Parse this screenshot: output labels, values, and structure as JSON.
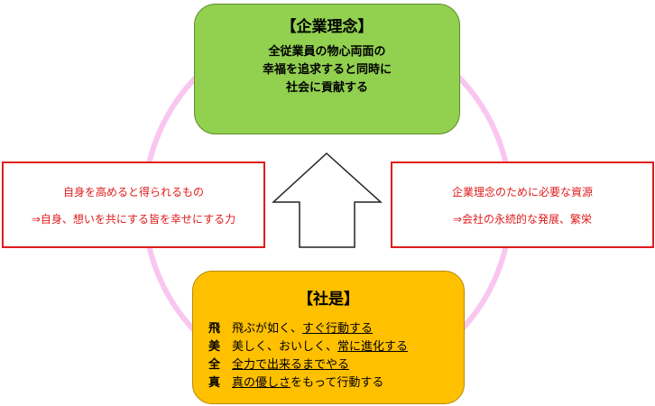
{
  "top_box": {
    "title": "【企業理念】",
    "lines": [
      "全従業員の物心両面の",
      "幸福を追求すると同時に",
      "社会に貢献する"
    ]
  },
  "left_box": {
    "line1": "自身を高めると得られるもの",
    "line2": "⇒自身、想いを共にする皆を幸せにする力"
  },
  "right_box": {
    "line1": "企業理念のために必要な資源",
    "line2": "⇒会社の永続的な発展、繁栄"
  },
  "bottom_box": {
    "title": "【社是】",
    "rows": [
      {
        "key": "飛",
        "plain": "飛ぶが如く、",
        "underlined": "すぐ行動する",
        "after": ""
      },
      {
        "key": "美",
        "plain": "美しく、おいしく、",
        "underlined": "常に進化する",
        "after": ""
      },
      {
        "key": "全",
        "plain": "",
        "underlined": "全力で出来るまでやる",
        "after": ""
      },
      {
        "key": "真",
        "plain": "",
        "underlined": "真の優しさ",
        "after": "をもって行動する"
      }
    ]
  },
  "colors": {
    "green": "#92d050",
    "orange": "#ffc000",
    "red": "#e01b1b",
    "ring": "#f9c6f0"
  }
}
